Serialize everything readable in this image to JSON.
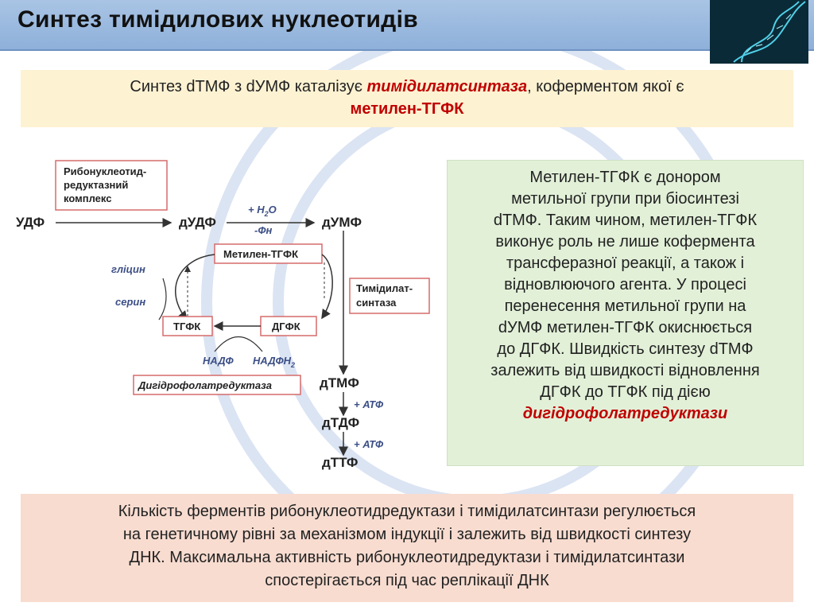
{
  "title": "Синтез тимідилових нуклеотидів",
  "top_box": {
    "part1": "Синтез dТМФ з dУМФ каталізує ",
    "enzyme": "тимідилатсинтаза",
    "part2": ", коферментом якої є",
    "coenzyme": "метилен-ТГФК"
  },
  "diagram": {
    "ribo_enzyme": [
      "Рибонуклеотид-",
      "редуктазний",
      "комплекс"
    ],
    "udf": "УДФ",
    "dudf": "дУДФ",
    "dump": "дУМФ",
    "h2o_label": "+ H",
    "h2o_sub": "2",
    "h2o_end": "O",
    "fn_label": "-Фн",
    "methylene": "Метилен-ТГФК",
    "glycine": "гліцин",
    "serine": "серин",
    "thymidylate_synthase": [
      "Тимідилат-",
      "синтаза"
    ],
    "thfa": "ТГФК",
    "dhfa": "ДГФК",
    "nadp": "НАДФ",
    "nadph": "НАДФН",
    "nadph_sub": "2",
    "dhfr": "Дигідрофолатредуктаза",
    "dtmp": "дТМФ",
    "atp1": "+ АТФ",
    "dtdf": "дТДФ",
    "atp2": "+ АТФ",
    "dttf": "дТТФ"
  },
  "right_box": {
    "lines": [
      "Метилен-ТГФК є донором",
      "метильної групи при біосинтезі",
      "dТМФ. Таким чином, метилен-ТГФК",
      "виконує роль не лише кофермента",
      "трансферазної реакції, а також і",
      "відновлюючого агента. У процесі",
      "перенесення метильної групи на",
      "dУМФ метилен-ТГФК окиснюється",
      "до ДГФК. Швидкість синтезу dТМФ",
      "залежить від швидкості відновлення",
      "ДГФК до ТГФК під дією"
    ],
    "enzyme": "дигідрофолатредуктази"
  },
  "bottom_box": {
    "lines": [
      "Кількість ферментів рибонуклеотидредуктази і тимідилатсинтази регулюється",
      "на генетичному рівні за механізмом індукції і залежить від швидкості синтезу",
      "ДНК. Максимальна активність рибонуклеотидредуктази і тимідилатсинтази",
      "спостерігається під час реплікації ДНК"
    ]
  },
  "icons": {
    "logo": "dna-helix-icon"
  },
  "colors": {
    "title_bar": "#a9c4e4",
    "accent_red": "#c00000",
    "top_box_bg": "#fdf2d2",
    "right_box_bg": "#e2f0d8",
    "bottom_box_bg": "#f8dcd0",
    "label_blue": "#3c4f86"
  }
}
